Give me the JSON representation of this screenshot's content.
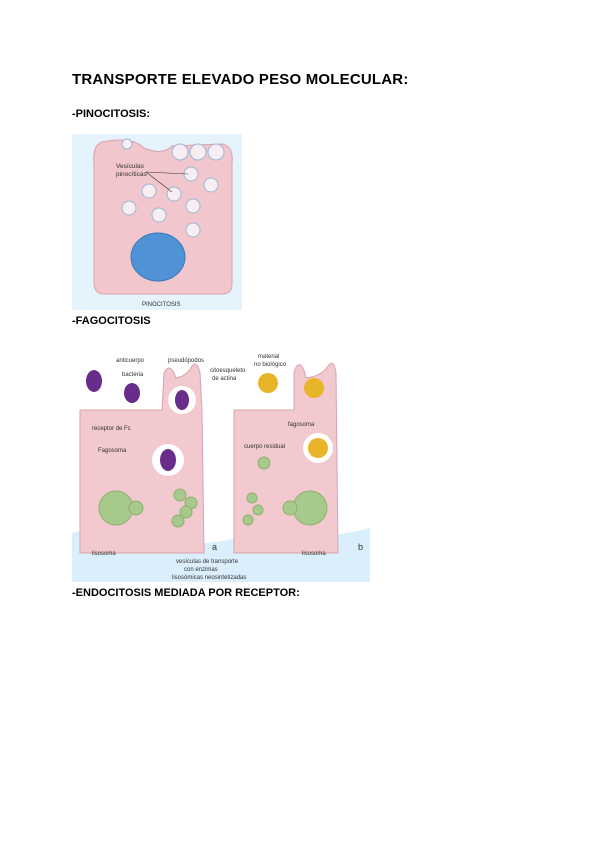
{
  "title": "TRANSPORTE ELEVADO PESO MOLECULAR:",
  "sections": [
    {
      "heading": "-PINOCITOSIS:"
    },
    {
      "heading": "-FAGOCITOSIS"
    },
    {
      "heading": "-ENDOCITOSIS MEDIADA POR RECEPTOR:"
    }
  ],
  "pinocitosis_figure": {
    "label_vesicles_1": "Vesículas",
    "label_vesicles_2": "pinocíticas",
    "caption": "PINOCITOSIS"
  },
  "fagocitosis_figure": {
    "anticuerpo": "anticuerpo",
    "bacteria": "bacteria",
    "pseudopodios": "pseudópodos",
    "citoesqueleto_1": "citoesqueleto",
    "citoesqueleto_2": "de actina",
    "receptor": "receptor de Fc",
    "fagosoma_a": "Fagosoma",
    "lisosoma_a": "lisosoma",
    "panel_a": "a",
    "material_1": "material",
    "material_2": "no biológico",
    "fagosoma_b": "fagosoma",
    "cuerpo_residual": "cuerpo residual",
    "lisosoma_b": "lisosoma",
    "panel_b": "b",
    "vesiculas_1": "vesículas de transporte",
    "vesiculas_2": "con enzimas",
    "vesiculas_3": "lisosómicas neosintetizadas"
  },
  "colors": {
    "cell": "#f2c9cf",
    "vesicle_dots": "#4a9ad8",
    "nucleus": "#4f93d6",
    "lysosome": "#a8c98c",
    "bacteria": "#6a2c8a",
    "particle": "#e8b42a",
    "watermark": "#d7ecfa"
  }
}
